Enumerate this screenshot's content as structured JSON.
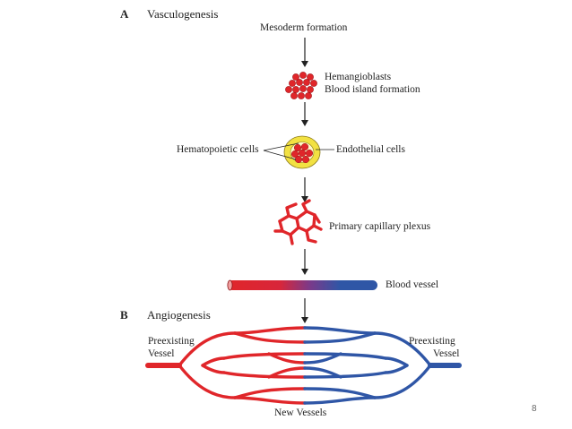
{
  "section_a": {
    "letter": "A",
    "title": "Vasculogenesis"
  },
  "section_b": {
    "letter": "B",
    "title": "Angiogenesis"
  },
  "steps": {
    "mesoderm": "Mesoderm formation",
    "hemangioblasts": "Hemangioblasts",
    "blood_island": "Blood island formation",
    "hematopoietic": "Hematopoietic cells",
    "endothelial": "Endothelial cells",
    "capillary": "Primary capillary plexus",
    "blood_vessel": "Blood vessel"
  },
  "angiogenesis": {
    "left_line1": "Preexisting",
    "left_line2": "Vessel",
    "right_line1": "Preexisting",
    "right_line2": "Vessel",
    "bottom": "New Vessels"
  },
  "page_number": "8",
  "colors": {
    "red": "#e0262a",
    "blue": "#2f56a6",
    "yellow": "#f2e142",
    "dark_red": "#c81e24"
  }
}
